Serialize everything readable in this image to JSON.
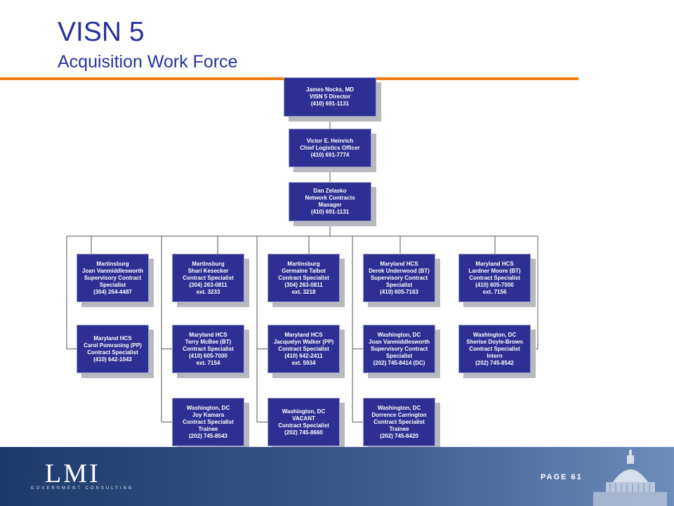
{
  "header": {
    "title": "VISN 5",
    "subtitle": "Acquisition Work Force"
  },
  "org": {
    "top": [
      [
        "James Nocks, MD",
        "VISN 5 Director",
        "(410) 691-1131"
      ],
      [
        "Victor E. Heinrich",
        "Chief Logistics Officer",
        "(410) 691-7774"
      ],
      [
        "Dan Zelasko",
        "Network Contracts",
        "Manager",
        "(410) 691-1131"
      ]
    ],
    "columns": [
      [
        [
          "Martinsburg",
          "Joan Vanmiddlesworth",
          "Supervisory Contract",
          "Specialist",
          "(304) 264-4487"
        ],
        [
          "Maryland HCS",
          "Carol Pomraning (PP)",
          "Contract Specialist",
          "(410) 642-1043"
        ]
      ],
      [
        [
          "Martinsburg",
          "Shari Kesecker",
          "Contract Specialist",
          "(304) 263-0811",
          "ext. 3233"
        ],
        [
          "Maryland HCS",
          "Terry McBee (BT)",
          "Contract Specialist",
          "(410) 605-7000",
          "ext. 7154"
        ],
        [
          "Washington, DC",
          "Joy Kamara",
          "Contract Specialist",
          "Trainee",
          "(202) 745-8543"
        ]
      ],
      [
        [
          "Martinsburg",
          "Germaine Talbot",
          "Contract Specialist",
          "(304) 263-0811",
          "ext. 3218"
        ],
        [
          "Maryland HCS",
          "Jacquelyn Walker (PP)",
          "Contract Specialist",
          "(410) 642-2411",
          "ext. 5934"
        ],
        [
          "Washington, DC",
          "VACANT",
          "Contract Specialist",
          "(202) 745-8660"
        ]
      ],
      [
        [
          "Maryland HCS",
          "Derek Underwood (BT)",
          "Supervisory Contract",
          "Specialist",
          "(410) 605-7163"
        ],
        [
          "Washington, DC",
          "Joan Vanmiddlesworth",
          "Supervisory Contract",
          "Specialist",
          "(202) 745-8414 (DC)"
        ],
        [
          "Washington, DC",
          "Dorrence Carrington",
          "Contract Specialist",
          "Trainee",
          "(202) 745-8420"
        ]
      ],
      [
        [
          "Maryland HCS",
          "Lardner Moore (BT)",
          "Contract Specialist",
          "(410) 605-7000",
          "ext. 7156"
        ],
        [
          "Washington, DC",
          "Sherise Doyle-Brown",
          "Contract Specialist",
          "Intern",
          "(202) 745-8542"
        ]
      ]
    ]
  },
  "footer": {
    "logo": "LMI",
    "logo_sub": "GOVERNMENT CONSULTING",
    "page_label": "PAGE 61"
  }
}
